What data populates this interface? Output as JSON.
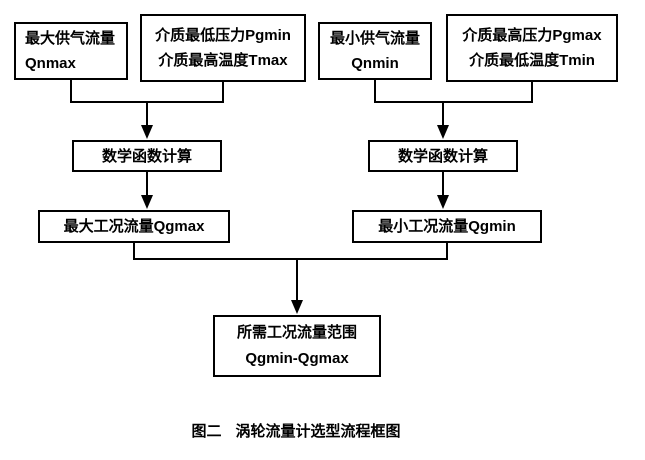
{
  "flowchart": {
    "qnmax_box": {
      "line1": "最大供气流量",
      "line2": "Qnmax"
    },
    "pgmin_box": {
      "line1": "介质最低压力Pgmin",
      "line2": "介质最高温度Tmax"
    },
    "qnmin_box": {
      "line1": "最小供气流量",
      "line2": "Qnmin"
    },
    "pgmax_box": {
      "line1": "介质最高压力Pgmax",
      "line2": "介质最低温度Tmin"
    },
    "calc_left": "数学函数计算",
    "calc_right": "数学函数计算",
    "qgmax_box": "最大工况流量Qgmax",
    "qgmin_box": "最小工况流量Qgmin",
    "result_box": {
      "line1": "所需工况流量范围",
      "line2": "Qgmin-Qgmax"
    },
    "caption_label": "图二",
    "caption_text": "涡轮流量计选型流程框图"
  },
  "colors": {
    "background": "#ffffff",
    "box_border": "#000000",
    "line": "#000000",
    "text": "#000000"
  }
}
